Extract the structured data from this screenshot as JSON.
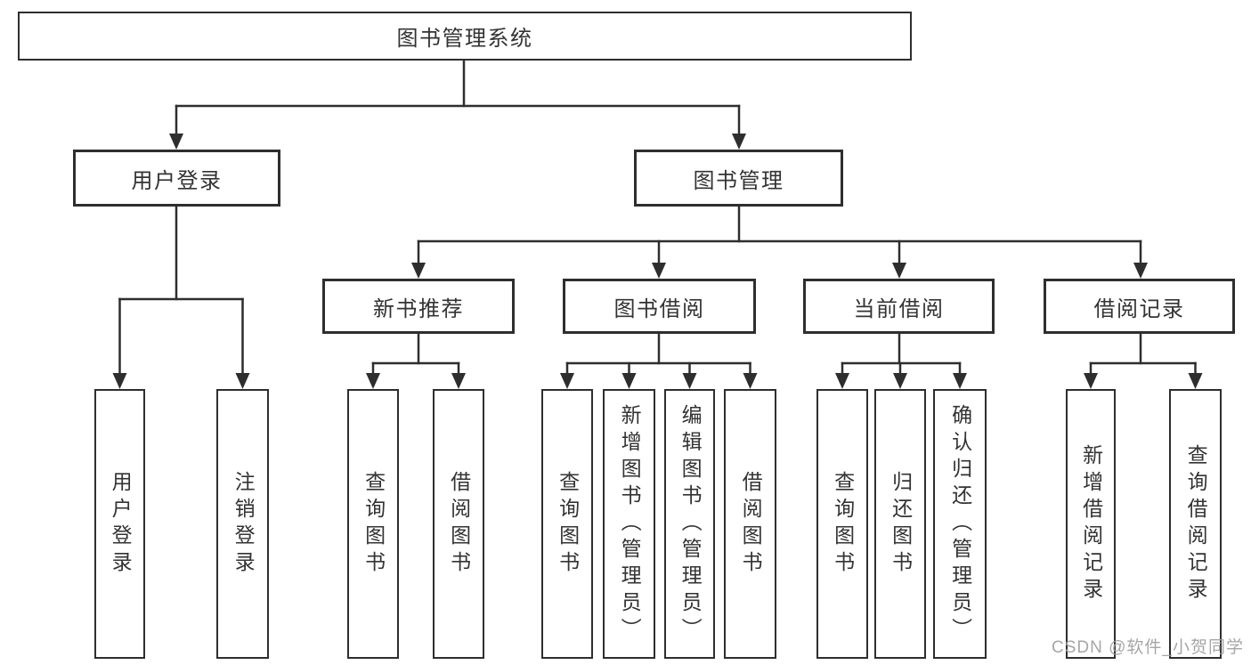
{
  "diagram": {
    "title": "图书管理系统",
    "level2": {
      "user_login": "用户登录",
      "book_management": "图书管理"
    },
    "level3": {
      "new_book_recommend": "新书推荐",
      "book_borrow": "图书借阅",
      "current_borrow": "当前借阅",
      "borrow_records": "借阅记录"
    },
    "leaves": {
      "user_login": [
        "用户登录",
        "注销登录"
      ],
      "new_book_recommend": [
        "查询图书",
        "借阅图书"
      ],
      "book_borrow": [
        "查询图书",
        "新增图书（管理员）",
        "编辑图书（管理员）",
        "借阅图书"
      ],
      "current_borrow": [
        "查询图书",
        "归还图书",
        "确认归还（管理员）"
      ],
      "borrow_records": [
        "新增借阅记录",
        "查询借阅记录"
      ]
    },
    "watermark": "CSDN @软件_小贺同学",
    "colors": {
      "line": "#2e2e2e",
      "box_border": "#2e2e2e",
      "text": "#333333",
      "watermark": "#9e9e9e",
      "background": "#ffffff"
    }
  }
}
